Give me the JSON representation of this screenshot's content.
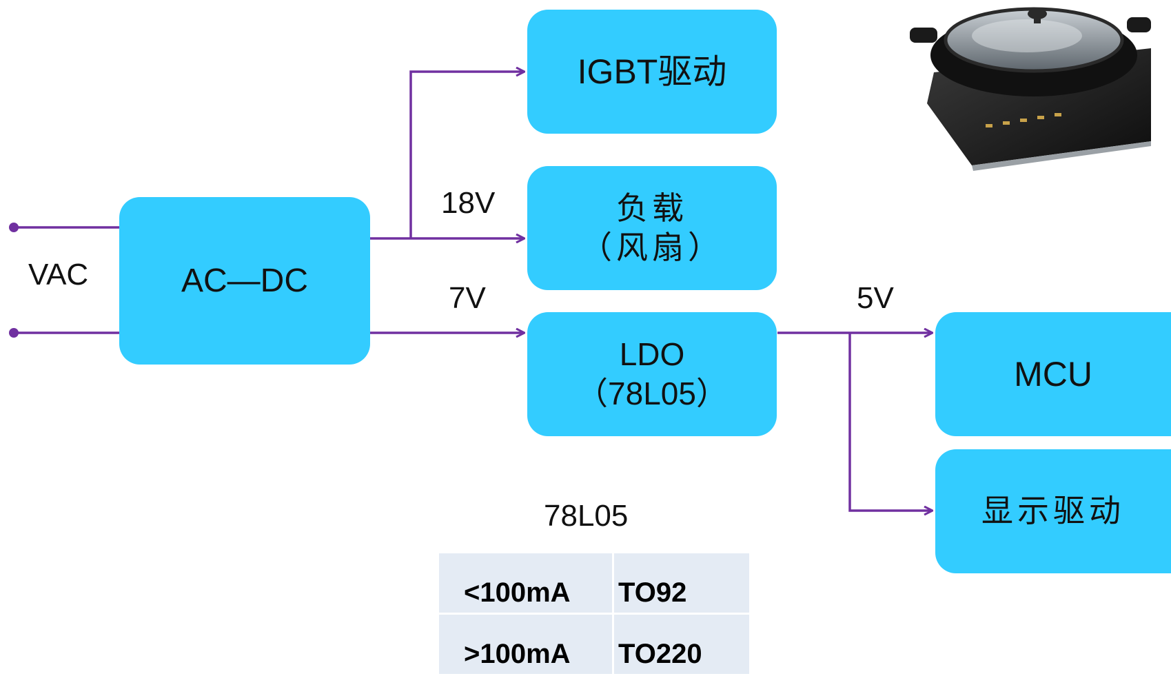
{
  "input": {
    "label": "VAC"
  },
  "blocks": {
    "acdc": {
      "label": "AC—DC"
    },
    "igbt": {
      "label": "IGBT驱动"
    },
    "load": {
      "line1": "负载",
      "line2": "（风扇）"
    },
    "ldo": {
      "line1": "LDO",
      "line2": "（78L05）"
    },
    "mcu": {
      "label": "MCU"
    },
    "display": {
      "label": "显示驱动"
    }
  },
  "voltages": {
    "v18": "18V",
    "v7": "7V",
    "v5": "5V"
  },
  "spec": {
    "title": "78L05",
    "rows": [
      {
        "current": "<100mA",
        "package": "TO92"
      },
      {
        "current": ">100mA",
        "package": "TO220"
      }
    ]
  },
  "colors": {
    "block_fill": "#33ccff",
    "wire": "#7030a0",
    "table_fill": "#e4ebf4"
  },
  "icons": {
    "photo": "induction-cooker-with-pot-icon"
  }
}
